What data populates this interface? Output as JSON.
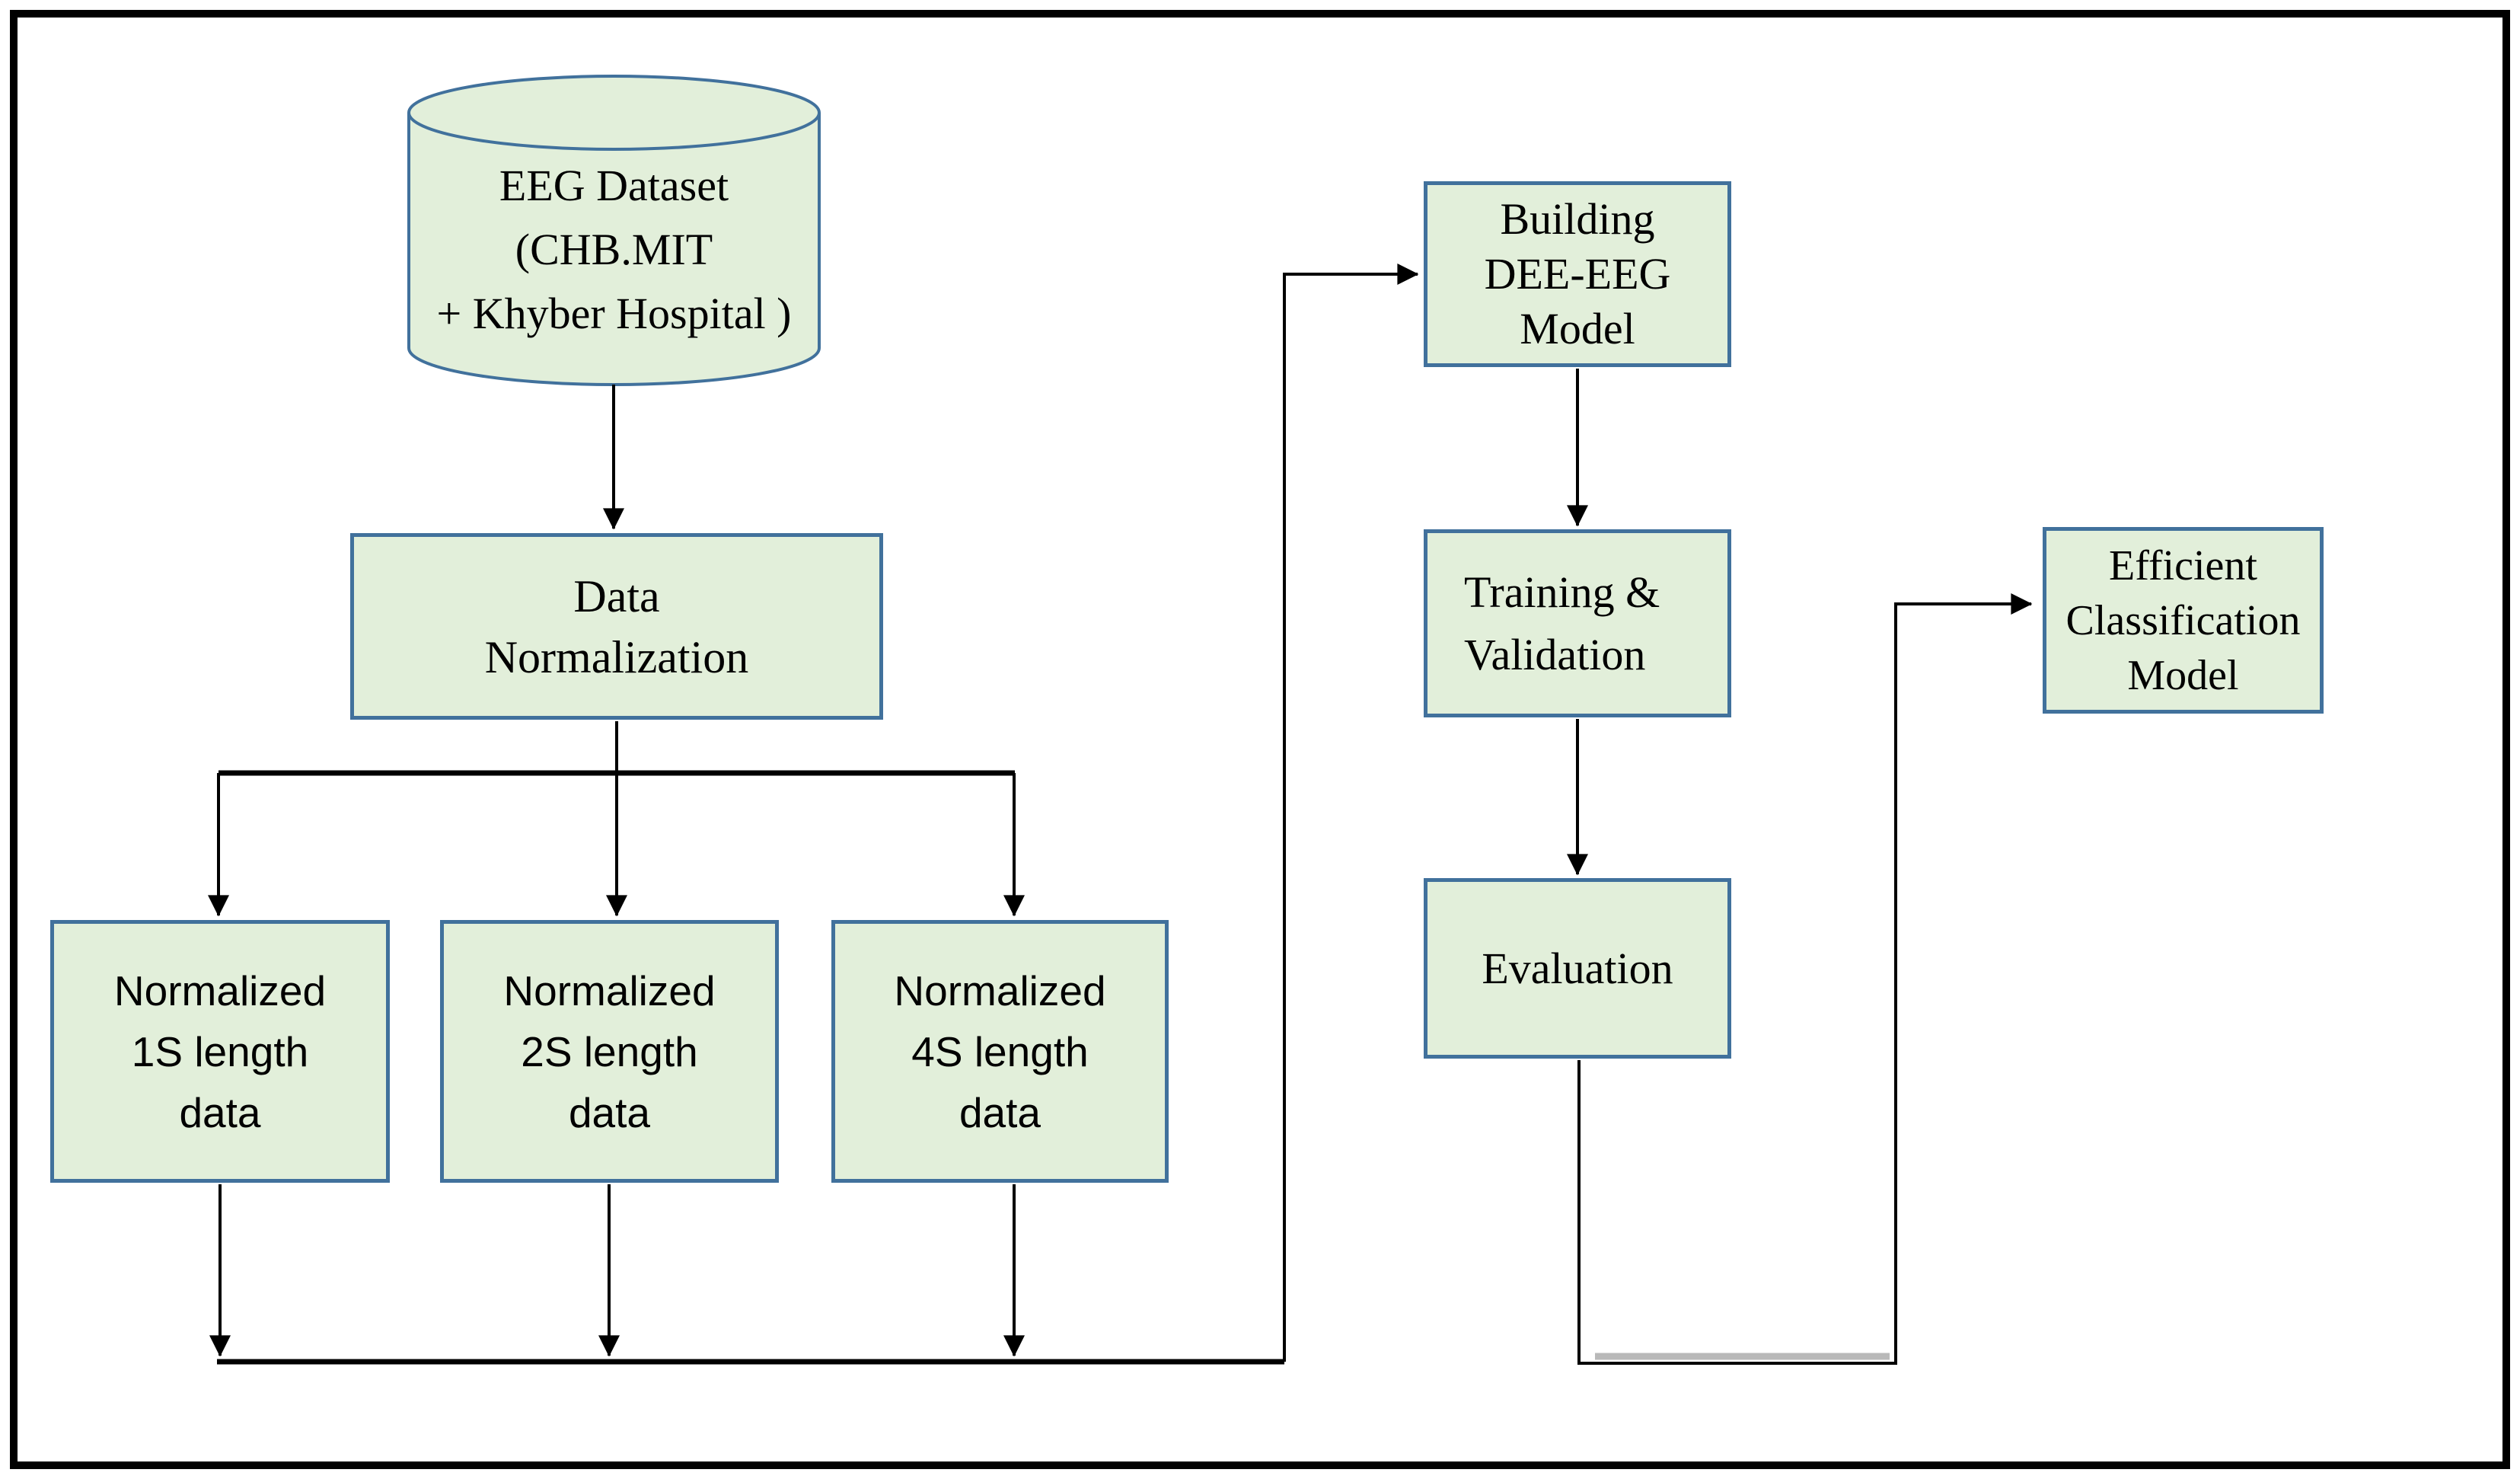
{
  "colors": {
    "box_fill": "#e2efda",
    "box_border": "#41719c",
    "line": "#000000",
    "text": "#000000"
  },
  "nodes": {
    "dataset": {
      "lines": [
        "EEG Dataset",
        "(CHB.MIT",
        "+ Khyber Hospital )"
      ]
    },
    "data_normalization": {
      "lines": [
        "Data",
        "Normalization"
      ]
    },
    "normalized_1s": {
      "lines": [
        "Normalized",
        "1S length",
        "data"
      ]
    },
    "normalized_2s": {
      "lines": [
        "Normalized",
        "2S length",
        "data"
      ]
    },
    "normalized_4s": {
      "lines": [
        "Normalized",
        "4S length",
        "data"
      ]
    },
    "building_model": {
      "lines": [
        "Building",
        "DEE-EEG",
        "Model"
      ]
    },
    "training_validation": {
      "lines": [
        "Training &",
        "Validation"
      ]
    },
    "evaluation": {
      "lines": [
        "Evaluation"
      ]
    },
    "efficient_model": {
      "lines": [
        "Efficient",
        "Classification",
        "Model"
      ]
    }
  }
}
